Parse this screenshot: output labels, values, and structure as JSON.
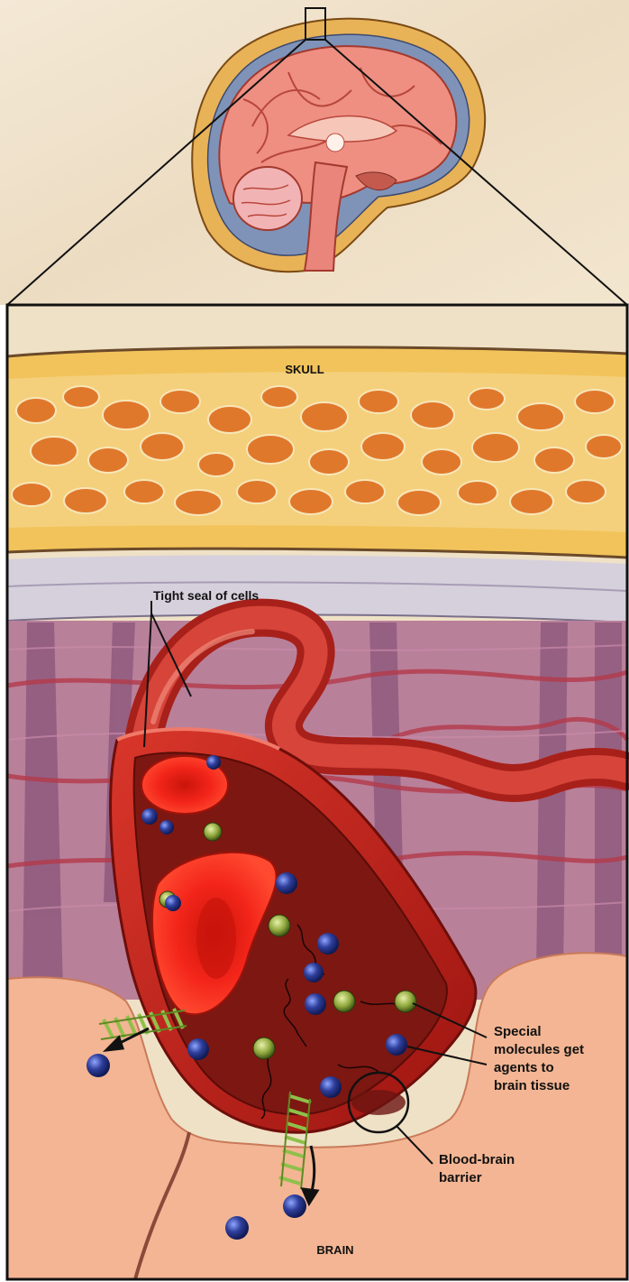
{
  "labels": {
    "skull": "SKULL",
    "tight_seal": "Tight seal of cells",
    "special_1": "Special",
    "special_2": "molecules get",
    "special_3": "agents to",
    "special_4": "brain tissue",
    "bbb_1": "Blood-brain",
    "bbb_2": "barrier",
    "brain": "BRAIN"
  },
  "colors": {
    "parchment": "#efe2cc",
    "skull_yellow": "#f2c45a",
    "skull_spongy": "#e07a2e",
    "meninges": "#cfc9d6",
    "tissue_purple": "#b07596",
    "brain_tissue": "#f2b08f",
    "vessel_red": "#c8241c",
    "blood_cell": "#f01e0e",
    "molecule_blue": "#2b3a8c",
    "molecule_green": "#9ab84a"
  }
}
